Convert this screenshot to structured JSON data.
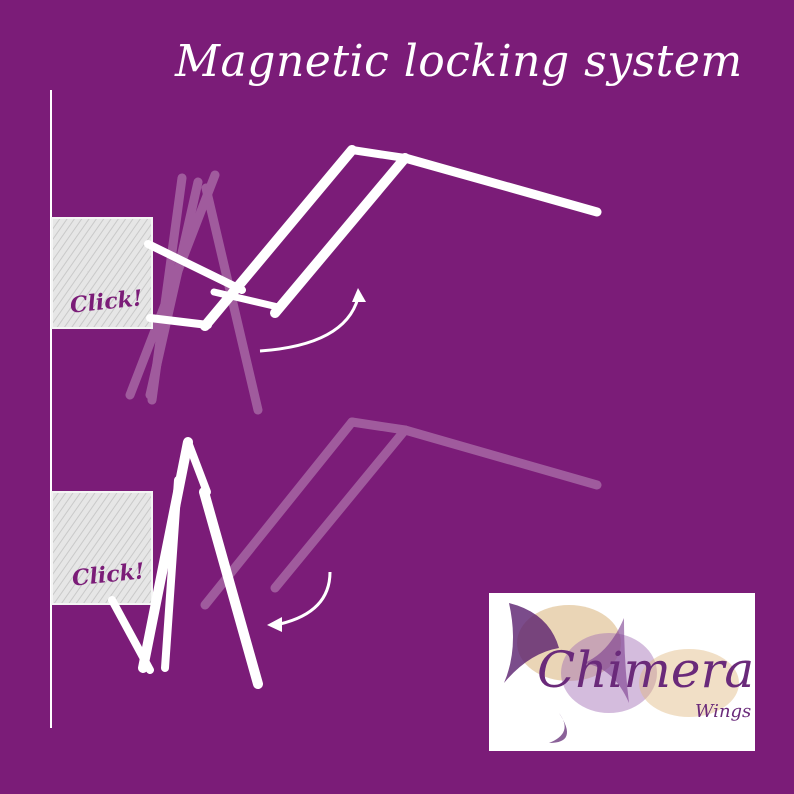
{
  "title": "Magnetic locking system",
  "labels": {
    "click_top": "Click!",
    "click_bottom": "Click!"
  },
  "logo": {
    "name": "Chimera",
    "subtitle": "Wings"
  },
  "colors": {
    "background": "#7b1c78",
    "foreground": "#ffffff",
    "logo_text": "#6a2a7a"
  }
}
